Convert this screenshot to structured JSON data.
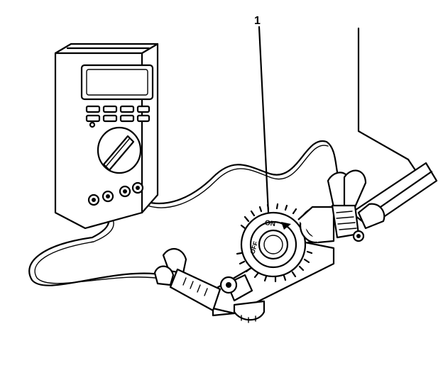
{
  "callout": {
    "number": "1"
  },
  "switch": {
    "on_label": "ON",
    "off_label": "OFF"
  },
  "colors": {
    "ink": "#000000",
    "paper": "#ffffff"
  }
}
